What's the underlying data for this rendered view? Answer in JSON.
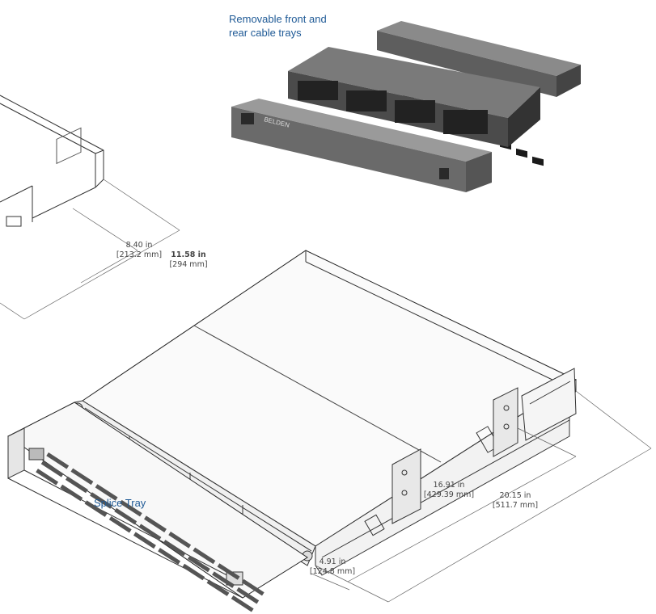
{
  "labels": {
    "trays_line1": "Removable front and",
    "trays_line2": "rear cable trays",
    "splice_tray": "Splice Tray",
    "logo_text": "BELDEN"
  },
  "dimensions": {
    "d1": {
      "imperial": "8.40 in",
      "metric": "[213.2 mm]"
    },
    "d2": {
      "imperial": "11.58 in",
      "metric": "[294 mm]"
    },
    "d3": {
      "imperial": "16.91 in",
      "metric": "[429.39 mm]"
    },
    "d4": {
      "imperial": "20.15 in",
      "metric": "[511.7 mm]"
    },
    "d5": {
      "imperial": "4.91 in",
      "metric": "[124.8 mm]"
    }
  },
  "colors": {
    "label_blue": "#1f5a96",
    "line": "#333333",
    "metal_dark": "#4a4a4a",
    "metal_mid": "#6d6d6d"
  }
}
